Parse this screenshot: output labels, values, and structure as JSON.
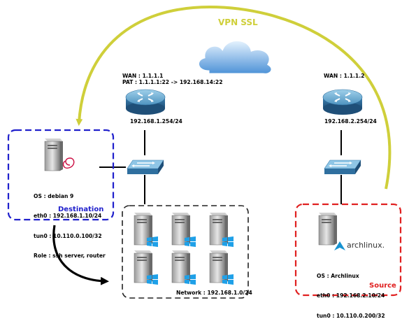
{
  "vpn": {
    "label": "VPN SSL",
    "arc_color": "#cfcf3a"
  },
  "router_left": {
    "wan": "WAN : 1.1.1.1",
    "pat": "PAT : 1.1.1.1:22 -> 192.168.14:22",
    "lan": "192.168.1.254/24"
  },
  "router_right": {
    "wan": "WAN : 1.1.1.2",
    "lan": "192.168.2.254/24"
  },
  "destination": {
    "title": "Destination",
    "color": "#2020cc",
    "details": [
      "OS : debian 9",
      "eth0 : 192.168.1.10/24",
      "tun0 : 10.110.0.100/32",
      "Role : ssh server, router"
    ]
  },
  "network": {
    "label": "Network : 192.168.1.0/24",
    "color": "#222222"
  },
  "source": {
    "title": "Source",
    "color": "#e02020",
    "logo_text": "archlinux.",
    "details": [
      "OS : Archlinux",
      "eth0 : 192.168.2.10/24",
      "tun0 : 10.110.0.200/32"
    ]
  }
}
